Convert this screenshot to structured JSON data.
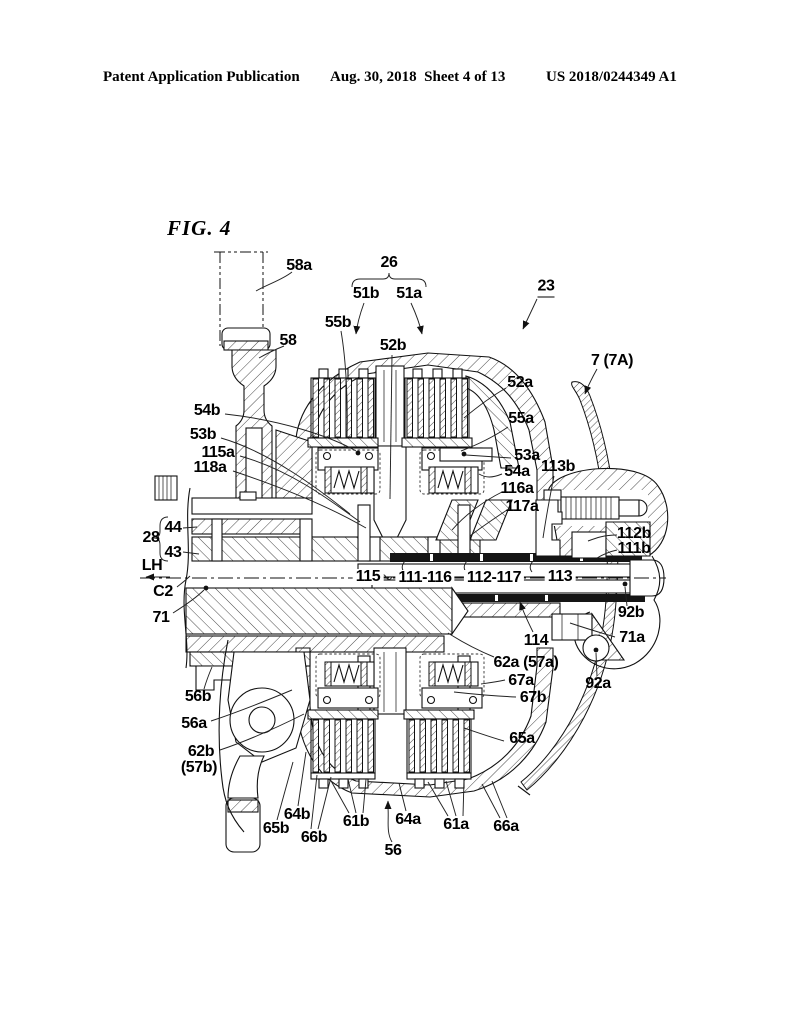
{
  "header": {
    "left": "Patent Application Publication",
    "center": "Aug. 30, 2018  Sheet 4 of 13",
    "right": "US 2018/0244349 A1"
  },
  "figure": {
    "title": "FIG. 4"
  },
  "labels": {
    "58a": "58a",
    "26": "26",
    "51b": "51b",
    "51a": "51a",
    "23": "23",
    "55b": "55b",
    "58": "58",
    "52b": "52b",
    "7_7A": "7 (7A)",
    "52a": "52a",
    "54b": "54b",
    "55a": "55a",
    "53b": "53b",
    "53a": "53a",
    "115a": "115a",
    "54a": "54a",
    "118a": "118a",
    "116a": "116a",
    "113b": "113b",
    "117a": "117a",
    "28": "28",
    "44": "44",
    "43": "43",
    "112b": "112b",
    "111b": "111b",
    "LH": "LH",
    "C2": "C2",
    "115": "115",
    "111_116": "111-116",
    "112_117": "112-117",
    "113": "113",
    "71": "71",
    "92b": "92b",
    "71a": "71a",
    "114": "114",
    "62a_57a": "62a (57a)",
    "67a": "67a",
    "67b": "67b",
    "92a": "92a",
    "56b": "56b",
    "56a": "56a",
    "62b": "62b",
    "57b": "(57b)",
    "65a": "65a",
    "64b": "64b",
    "65b": "65b",
    "66b": "66b",
    "61b": "61b",
    "56": "56",
    "64a": "64a",
    "61a": "61a",
    "66a": "66a"
  }
}
